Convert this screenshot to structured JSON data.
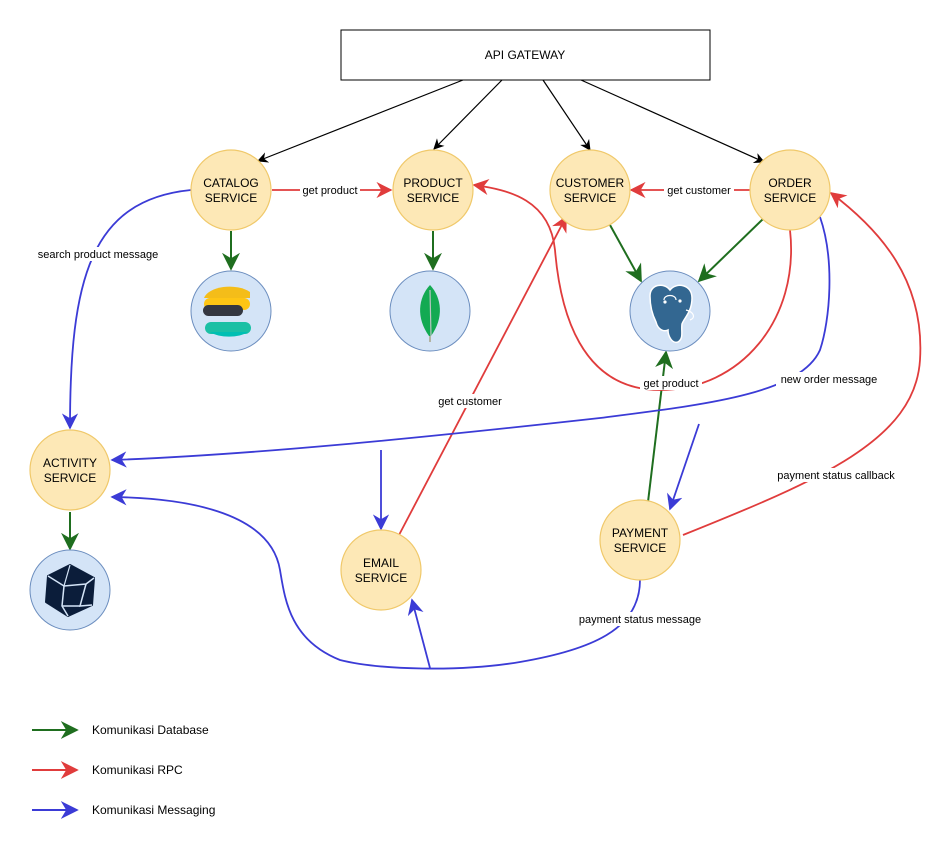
{
  "gateway": {
    "label": "API GATEWAY"
  },
  "services": {
    "catalog": {
      "line1": "CATALOG",
      "line2": "SERVICE"
    },
    "product": {
      "line1": "PRODUCT",
      "line2": "SERVICE"
    },
    "customer": {
      "line1": "CUSTOMER",
      "line2": "SERVICE"
    },
    "order": {
      "line1": "ORDER",
      "line2": "SERVICE"
    },
    "activity": {
      "line1": "ACTIVITY",
      "line2": "SERVICE"
    },
    "email": {
      "line1": "EMAIL",
      "line2": "SERVICE"
    },
    "payment": {
      "line1": "PAYMENT",
      "line2": "SERVICE"
    }
  },
  "databases": {
    "elasticsearch": {
      "icon": "elasticsearch-icon"
    },
    "mongodb": {
      "icon": "mongodb-icon"
    },
    "postgresql": {
      "icon": "postgresql-icon"
    },
    "graphdb": {
      "icon": "polyhedron-db-icon"
    }
  },
  "edge_labels": {
    "get_product_catalog": "get product",
    "get_customer_order": "get customer",
    "search_product_message": "search product message",
    "get_customer_email": "get customer",
    "get_product_order": "get product",
    "new_order_message": "new order message",
    "payment_status_callback": "payment status callback",
    "payment_status_message": "payment status message"
  },
  "legend": {
    "database": {
      "label": "Komunikasi Database",
      "color": "#1f6e1f"
    },
    "rpc": {
      "label": "Komunikasi RPC",
      "color": "#e03c3c"
    },
    "messaging": {
      "label": "Komunikasi Messaging",
      "color": "#3b3bd6"
    }
  },
  "colors": {
    "service_fill": "#fde8b6",
    "service_stroke": "#f0c96b",
    "db_fill": "#d4e4f7",
    "db_stroke": "#6c8ebf"
  }
}
